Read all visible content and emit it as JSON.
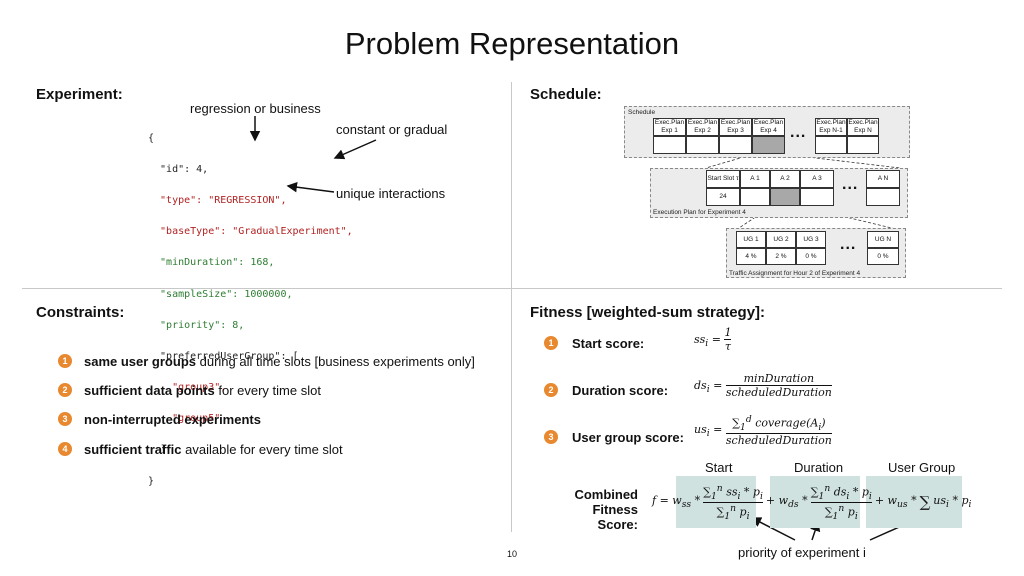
{
  "slide": {
    "title": "Problem Representation",
    "page_number": "10"
  },
  "experiment": {
    "heading": "Experiment:",
    "annotations": {
      "regression": "regression or business",
      "constant": "constant or gradual",
      "unique": "unique interactions"
    },
    "code_lines": [
      "{",
      "  \"id\": 4,",
      "  \"type\": \"REGRESSION\",",
      "  \"baseType\": \"GradualExperiment\",",
      "  \"minDuration\": 168,",
      "  \"sampleSize\": 1000000,",
      "  \"priority\": 8,",
      "  \"preferredUserGroup\": [",
      "    \"group3\",",
      "    \"group5\"",
      "  ]",
      "}"
    ]
  },
  "schedule": {
    "heading": "Schedule:",
    "schedule_label": "Schedule",
    "exec_plans": [
      "Exec.Plan Exp 1",
      "Exec.Plan Exp 2",
      "Exec.Plan Exp 3",
      "Exec.Plan Exp 4"
    ],
    "exec_plans_end": [
      "Exec.Plan Exp N-1",
      "Exec.Plan Exp N"
    ],
    "exec_plan_label": "Execution Plan for Experiment 4",
    "start_slot_label": "Start Slot τ",
    "start_slot_value": "24",
    "slots": [
      "A 1",
      "A 2",
      "A 3"
    ],
    "slot_end": "A N",
    "traffic_label": "Traffic Assignment for Hour 2 of Experiment 4",
    "user_groups": [
      "UG 1",
      "UG 2",
      "UG 3"
    ],
    "user_group_end": "UG N",
    "ug_values": [
      "4 %",
      "2 %",
      "0 %"
    ],
    "ug_value_end": "0 %",
    "dots": "..."
  },
  "constraints": {
    "heading": "Constraints:",
    "items": [
      {
        "num": "1",
        "bold": "same user groups",
        "rest": " during all time slots [business experiments only]"
      },
      {
        "num": "2",
        "bold": "sufficient data points",
        "rest": " for every time slot"
      },
      {
        "num": "3",
        "bold": "non-interrupted experiments",
        "rest": ""
      },
      {
        "num": "4",
        "bold": "sufficient traffic",
        "rest": " available for every time slot"
      }
    ]
  },
  "fitness": {
    "heading": "Fitness [weighted-sum strategy]:",
    "scores": [
      {
        "num": "1",
        "label": "Start score:"
      },
      {
        "num": "2",
        "label": "Duration score:"
      },
      {
        "num": "3",
        "label": "User group score:"
      }
    ],
    "combined_label_1": "Combined Fitness",
    "combined_label_2": "Score:",
    "column_labels": [
      "Start",
      "Duration",
      "User Group"
    ],
    "priority_note": "priority of experiment i",
    "colors": {
      "badge": "#e8892f",
      "formula_bg": "#cfe2df",
      "grey_cell": "#a8a8a8"
    }
  }
}
